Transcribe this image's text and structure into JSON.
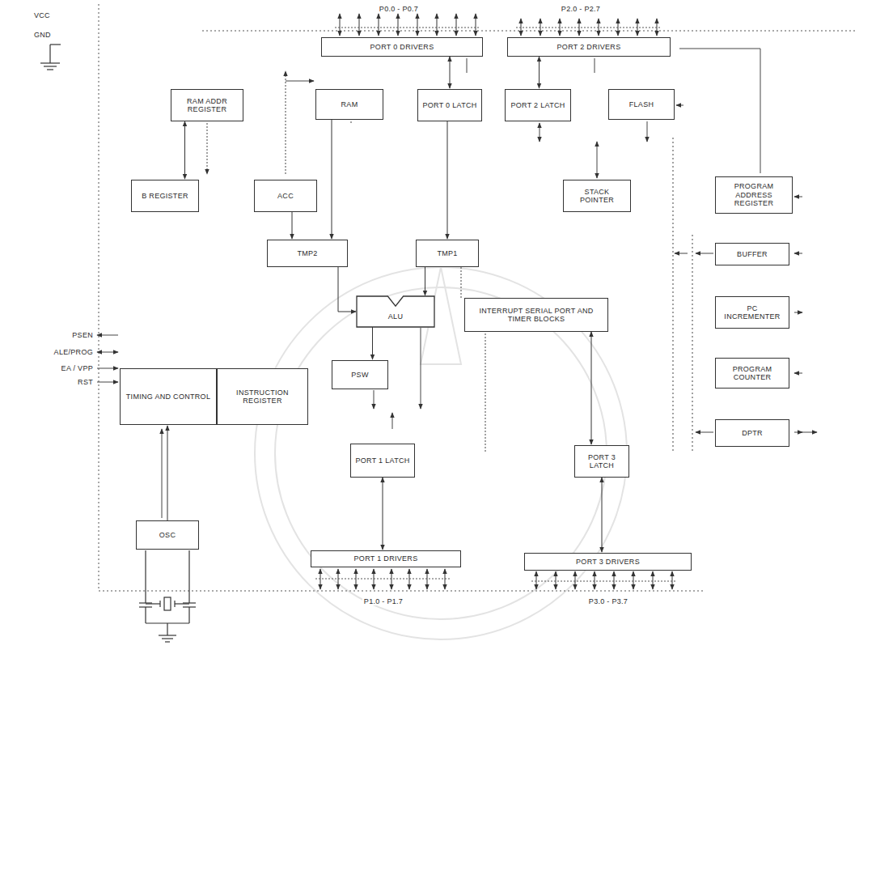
{
  "diagram": {
    "nodes": [
      {
        "text": [
          "PORT 0 DRIVERS"
        ]
      },
      {
        "text": [
          "PORT 2 DRIVERS"
        ]
      },
      {
        "text": [
          "RAM ADDR REGISTER"
        ]
      },
      {
        "text": [
          "RAM"
        ]
      },
      {
        "text": [
          "PORT 0 LATCH"
        ]
      },
      {
        "text": [
          "PORT 2 LATCH"
        ]
      },
      {
        "text": [
          "FLASH"
        ]
      },
      {
        "text": [
          "B REGISTER"
        ]
      },
      {
        "text": [
          "ACC"
        ]
      },
      {
        "text": [
          "STACK POINTER"
        ]
      },
      {
        "text": [
          "PROGRAM ADDRESS REGISTER"
        ]
      },
      {
        "text": [
          "TMP2"
        ]
      },
      {
        "text": [
          "TMP1"
        ]
      },
      {
        "text": [
          "BUFFER"
        ]
      },
      {
        "text": [
          "ALU"
        ]
      },
      {
        "text": [
          "INTERRUPT SERIAL PORT AND TIMER BLOCKS"
        ]
      },
      {
        "text": [
          "PC INCREMENTER"
        ]
      },
      {
        "text": [
          "PSW"
        ]
      },
      {
        "text": [
          "PROGRAM COUNTER"
        ]
      },
      {
        "text": [
          "TIMING AND CONTROL"
        ]
      },
      {
        "text": [
          "INSTRUCTION REGISTER"
        ]
      },
      {
        "text": [
          "DPTR"
        ]
      },
      {
        "text": [
          "PORT 1 LATCH"
        ]
      },
      {
        "text": [
          "PORT 3 LATCH"
        ]
      },
      {
        "text": [
          "OSC"
        ]
      },
      {
        "text": [
          "PORT 1 DRIVERS"
        ]
      },
      {
        "text": [
          "PORT 3 DRIVERS"
        ]
      }
    ],
    "edges": [
      {
        "from": 0,
        "to": 4,
        "arrow": "both"
      },
      {
        "from": 1,
        "to": 5,
        "arrow": "both"
      },
      {
        "from": 2,
        "to": 7,
        "arrow": "both"
      },
      {
        "from": 8,
        "to": 11,
        "arrow": "to"
      },
      {
        "from": 3,
        "to": 11,
        "arrow": "to"
      },
      {
        "from": 4,
        "to": 12,
        "arrow": "to"
      },
      {
        "from": 11,
        "to": 14,
        "arrow": "to"
      },
      {
        "from": 12,
        "to": 14,
        "arrow": "to"
      },
      {
        "from": 14,
        "to": 17,
        "arrow": "to"
      },
      {
        "from": 15,
        "to": 23,
        "arrow": "both"
      },
      {
        "from": 22,
        "to": 25,
        "arrow": "both"
      },
      {
        "from": 23,
        "to": 26,
        "arrow": "both"
      },
      {
        "from": 24,
        "to": 19,
        "arrow": "to"
      }
    ],
    "labels": [
      "VCC",
      "GND",
      "P0.0 - P0.7",
      "P2.0 - P2.7",
      "PSEN",
      "ALE/PROG",
      "EA / VPP",
      "RST",
      "P1.0 - P1.7",
      "P3.0 - P3.7"
    ]
  }
}
